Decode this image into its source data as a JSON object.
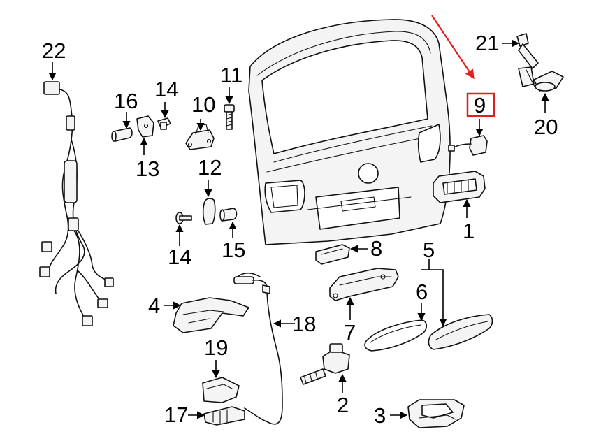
{
  "diagram": {
    "callouts": [
      {
        "id": "c1",
        "label": "1"
      },
      {
        "id": "c2",
        "label": "2"
      },
      {
        "id": "c3",
        "label": "3"
      },
      {
        "id": "c4",
        "label": "4"
      },
      {
        "id": "c5",
        "label": "5"
      },
      {
        "id": "c6",
        "label": "6"
      },
      {
        "id": "c7",
        "label": "7"
      },
      {
        "id": "c8",
        "label": "8"
      },
      {
        "id": "c9",
        "label": "9"
      },
      {
        "id": "c10",
        "label": "10"
      },
      {
        "id": "c11",
        "label": "11"
      },
      {
        "id": "c12",
        "label": "12"
      },
      {
        "id": "c13",
        "label": "13"
      },
      {
        "id": "c14a",
        "label": "14"
      },
      {
        "id": "c14b",
        "label": "14"
      },
      {
        "id": "c15",
        "label": "15"
      },
      {
        "id": "c16",
        "label": "16"
      },
      {
        "id": "c17",
        "label": "17"
      },
      {
        "id": "c18",
        "label": "18"
      },
      {
        "id": "c19",
        "label": "19"
      },
      {
        "id": "c20",
        "label": "20"
      },
      {
        "id": "c21",
        "label": "21"
      },
      {
        "id": "c22",
        "label": "22"
      }
    ],
    "highlighted_part": "9",
    "highlight_color": "#e02020"
  }
}
